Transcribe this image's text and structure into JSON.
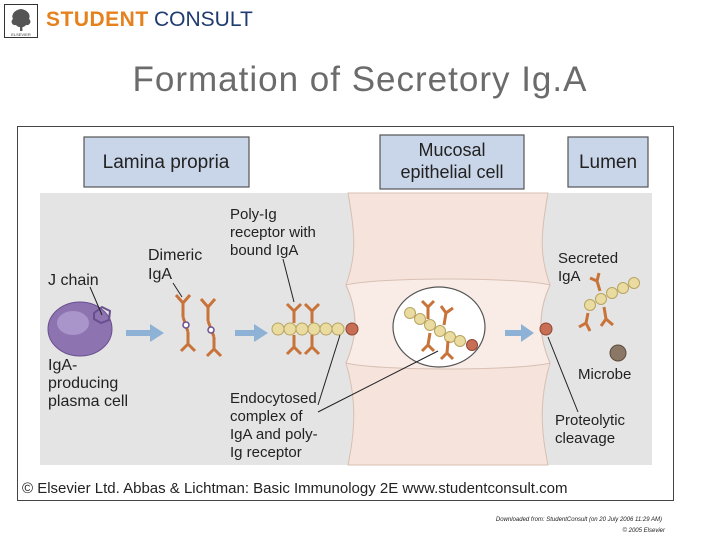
{
  "logo": {
    "publisher": "ELSEVIER",
    "brand_part1": "STUDENT",
    "brand_part2": "CONSULT"
  },
  "slide": {
    "title": "Formation of Secretory Ig.A"
  },
  "diagram": {
    "headers": {
      "lamina_propria": "Lamina propria",
      "mucosal_line1": "Mucosal",
      "mucosal_line2": "epithelial cell",
      "lumen": "Lumen"
    },
    "labels": {
      "j_chain": "J chain",
      "dimeric_line1": "Dimeric",
      "dimeric_line2": "IgA",
      "polyig_line1": "Poly-Ig",
      "polyig_line2": "receptor with",
      "polyig_line3": "bound IgA",
      "iga_line1": "IgA-",
      "iga_line2": "producing",
      "iga_line3": "plasma cell",
      "endo_line1": "Endocytosed",
      "endo_line2": "complex of",
      "endo_line3": "IgA and poly-",
      "endo_line4": "Ig receptor",
      "secreted_line1": "Secreted",
      "secreted_line2": "IgA",
      "microbe": "Microbe",
      "proteolytic_line1": "Proteolytic",
      "proteolytic_line2": "cleavage"
    },
    "copyright": "© Elsevier Ltd. Abbas & Lichtman: Basic Immunology 2E www.studentconsult.com",
    "colors": {
      "header_fill": "#c9d5e8",
      "cell_fill": "#f6e4dc",
      "plasma_cell": "#8d73b0",
      "antibody": "#c8733a",
      "bead": "#eadba0",
      "arrow": "#8eb2d6"
    }
  },
  "footer": {
    "downloaded": "Downloaded from: StudentConsult (on 20 July 2006 11:29 AM)",
    "copyright": "© 2005 Elsevier"
  }
}
